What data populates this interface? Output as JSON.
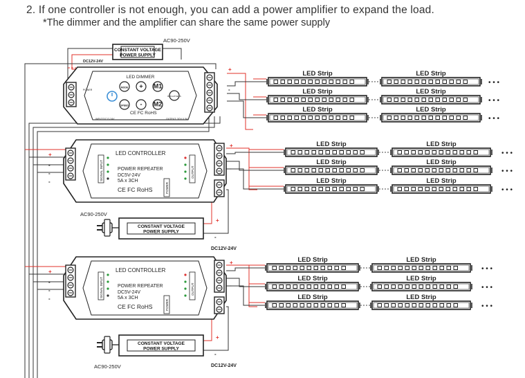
{
  "header": {
    "title": "2. If one controller is not enough, you can add a power amplifier to expand the load.",
    "note": "*The dimmer and the amplifier can share the same power supply"
  },
  "dimmer": {
    "label": "LED DIMMER",
    "button_labels": [
      "MODE",
      "+",
      "M1",
      "SPEED",
      "-",
      "M2",
      "BRIGHTNESS"
    ],
    "cert": "CE FC RoHS",
    "footer_left": "INPUT:DC12-24V",
    "footer_right": "OUTPUT: 3CH X 5A",
    "power_symbol": "POWER"
  },
  "psu_top": {
    "label_line1": "CONSTANT VOLTAGE",
    "label_line2": "POWER SUPPLY",
    "ac_label": "AC90-250V",
    "dc_label": "DC12V-24V"
  },
  "amplifiers": [
    {
      "title": "LED CONTROLLER",
      "line1": "POWER REPEATER",
      "line2": "DC5V-24V",
      "line3": "5A x 3CH",
      "cert": "CE FC RoHS",
      "input_label": "SIGNAL INPUT",
      "output_label": "OUTPUT",
      "power_label": "POWER",
      "ac_label": "AC90-250V",
      "dc_label": "DC12V-24V",
      "psu_line1": "CONSTANT VOLTAGE",
      "psu_line2": "POWER SUPPLY"
    },
    {
      "title": "LED CONTROLLER",
      "line1": "POWER REPEATER",
      "line2": "DC5V-24V",
      "line3": "5A x 3CH",
      "cert": "CE FC RoHS",
      "input_label": "SIGNAL INPUT",
      "output_label": "OUTPUT",
      "power_label": "POWER",
      "ac_label": "AC90-250V",
      "dc_label": "DC12V-24V",
      "psu_line1": "CONSTANT VOLTAGE",
      "psu_line2": "POWER SUPPLY"
    }
  ],
  "strip_label": "LED Strip",
  "ellipsis": "• • •",
  "plus": "+",
  "minus": "-",
  "colors": {
    "wire_red": "#e0302a",
    "wire_dark": "#333333",
    "strip_fill": "#ffffff"
  }
}
